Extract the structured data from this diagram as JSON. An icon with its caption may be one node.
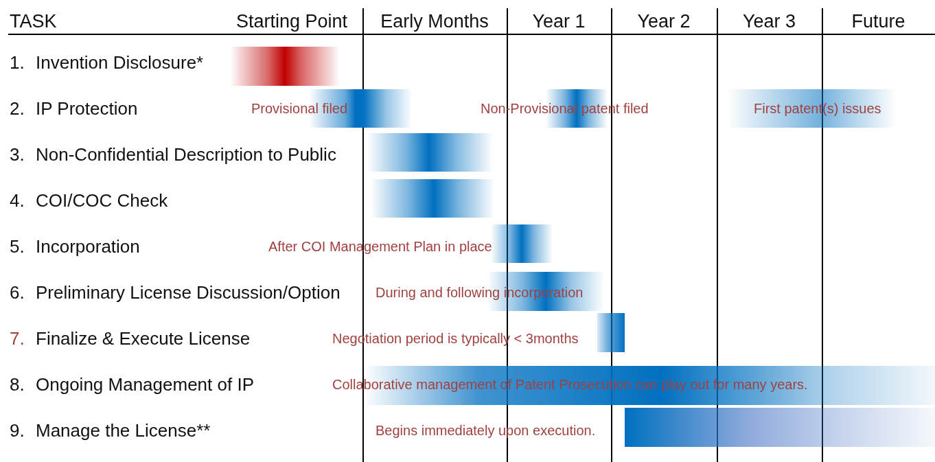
{
  "diagram": {
    "nodes": [
      {
        "text": [],
        "shape": "bar"
      },
      {
        "text": [],
        "shape": "bar"
      },
      {
        "text": [],
        "shape": "bar"
      },
      {
        "text": [],
        "shape": "bar"
      },
      {
        "text": [],
        "shape": "bar"
      },
      {
        "text": [],
        "shape": "bar"
      },
      {
        "text": [],
        "shape": "bar"
      },
      {
        "text": [],
        "shape": "bar"
      },
      {
        "text": [],
        "shape": "bar"
      },
      {
        "text": [],
        "shape": "bar"
      },
      {
        "text": [],
        "shape": "bar"
      }
    ],
    "labels": [
      "TASK",
      "Starting Point",
      "Early Months",
      "Year 1",
      "Year 2",
      "Year 3",
      "Future",
      "1.",
      "Invention Disclosure*",
      "2.",
      "IP Protection",
      "Provisional filed",
      "Non-Provisional patent filed",
      "First patent(s) issues",
      "3.",
      "Non-Confidential Description to Public",
      "4.",
      "COI/COC Check",
      "5.",
      "Incorporation",
      "After COI Management Plan in place",
      "6.",
      "Preliminary License Discussion/Option",
      "During and following incorporation",
      "7.",
      "Finalize & Execute License",
      "Negotiation period is typically < 3months",
      "8.",
      "Ongoing Management of IP",
      "Collaborative management of Patent Prosecution can play out for many years.",
      "9.",
      "Manage the License**",
      "Begins immediately upon execution."
    ]
  }
}
